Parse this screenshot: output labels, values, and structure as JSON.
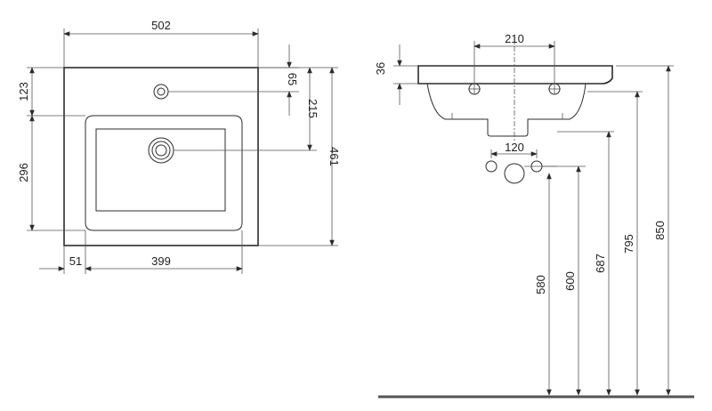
{
  "top_view": {
    "dims": {
      "width": "502",
      "depth": "461",
      "rear_to_basin": "123",
      "basin_depth": "296",
      "tap_hole_offset": "65",
      "drain_offset": "215",
      "side_margin": "51",
      "basin_width": "399"
    }
  },
  "side_view": {
    "dims": {
      "rim_height": "36",
      "fixing_spacing": "210",
      "supply_spacing": "120",
      "h_580": "580",
      "h_600": "600",
      "h_687": "687",
      "h_795": "795",
      "h_850": "850"
    }
  },
  "colors": {
    "line": "#2b2b2b",
    "floor": "#555555"
  }
}
